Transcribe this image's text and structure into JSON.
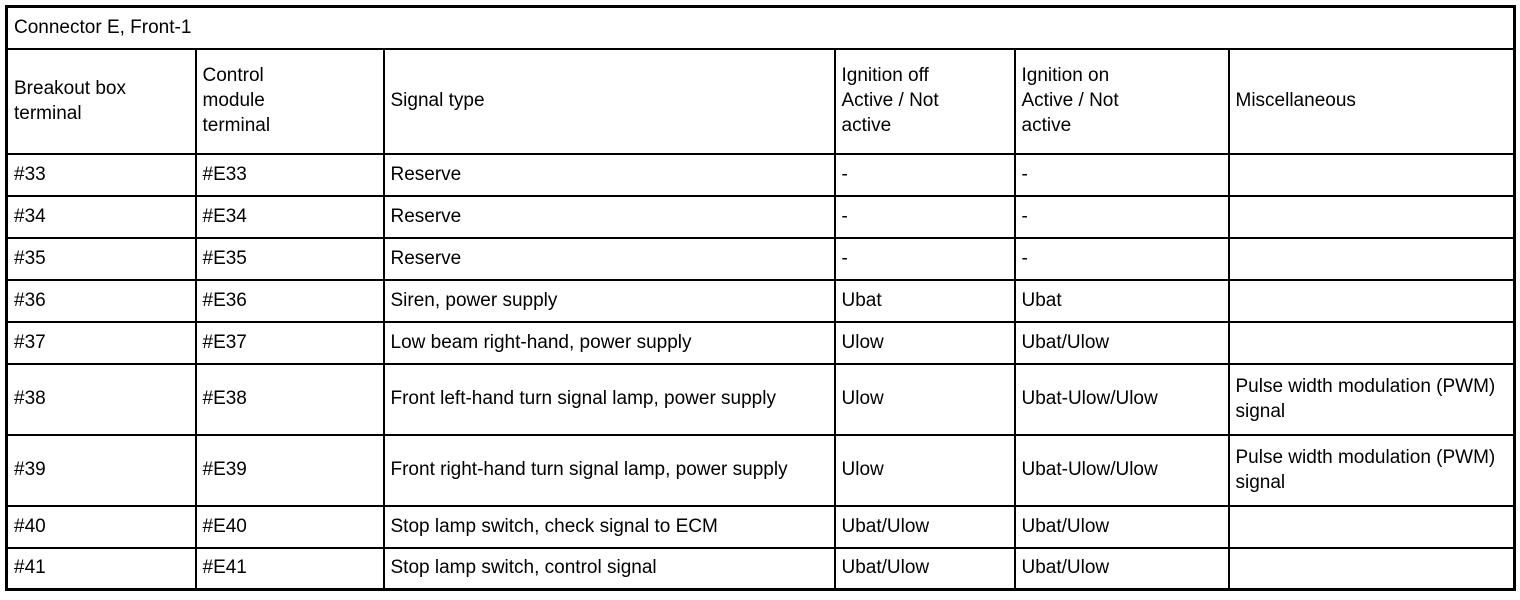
{
  "table": {
    "title": "Connector E, Front-1",
    "headers": [
      "Breakout box terminal",
      "Control module terminal",
      "Signal type",
      "Ignition off Active / Not active",
      "Ignition on Active / Not active",
      "Miscellaneous"
    ],
    "header_lines": {
      "col1": [
        "Breakout box",
        "terminal"
      ],
      "col2": [
        "Control",
        "module",
        "terminal"
      ],
      "col3": [
        "Signal type"
      ],
      "col4": [
        "Ignition off",
        "Active / Not",
        "active"
      ],
      "col5": [
        "Ignition on",
        "Active / Not",
        "active"
      ],
      "col6": [
        "Miscellaneous"
      ]
    },
    "rows": [
      {
        "breakout_box_terminal": "#33",
        "control_module_terminal": "#E33",
        "signal_type": "Reserve",
        "ignition_off": "-",
        "ignition_on": "-",
        "miscellaneous": ""
      },
      {
        "breakout_box_terminal": "#34",
        "control_module_terminal": "#E34",
        "signal_type": "Reserve",
        "ignition_off": "-",
        "ignition_on": "-",
        "miscellaneous": ""
      },
      {
        "breakout_box_terminal": "#35",
        "control_module_terminal": "#E35",
        "signal_type": "Reserve",
        "ignition_off": "-",
        "ignition_on": "-",
        "miscellaneous": ""
      },
      {
        "breakout_box_terminal": "#36",
        "control_module_terminal": "#E36",
        "signal_type": "Siren, power supply",
        "ignition_off": "Ubat",
        "ignition_on": "Ubat",
        "miscellaneous": ""
      },
      {
        "breakout_box_terminal": "#37",
        "control_module_terminal": "#E37",
        "signal_type": "Low beam right-hand, power supply",
        "ignition_off": "Ulow",
        "ignition_on": "Ubat/Ulow",
        "miscellaneous": ""
      },
      {
        "breakout_box_terminal": "#38",
        "control_module_terminal": "#E38",
        "signal_type": "Front left-hand turn signal lamp, power supply",
        "ignition_off": "Ulow",
        "ignition_on": "Ubat-Ulow/Ulow",
        "miscellaneous": "Pulse width modulation (PWM) signal"
      },
      {
        "breakout_box_terminal": "#39",
        "control_module_terminal": "#E39",
        "signal_type": "Front right-hand turn signal lamp, power supply",
        "ignition_off": "Ulow",
        "ignition_on": "Ubat-Ulow/Ulow",
        "miscellaneous": "Pulse width modulation (PWM) signal"
      },
      {
        "breakout_box_terminal": "#40",
        "control_module_terminal": "#E40",
        "signal_type": "Stop lamp switch, check signal to ECM",
        "ignition_off": "Ubat/Ulow",
        "ignition_on": "Ubat/Ulow",
        "miscellaneous": ""
      },
      {
        "breakout_box_terminal": "#41",
        "control_module_terminal": "#E41",
        "signal_type": "Stop lamp switch, control signal",
        "ignition_off": "Ubat/Ulow",
        "ignition_on": "Ubat/Ulow",
        "miscellaneous": ""
      }
    ]
  },
  "colors": {
    "border": "#000000",
    "background": "#ffffff",
    "text": "#000000"
  }
}
